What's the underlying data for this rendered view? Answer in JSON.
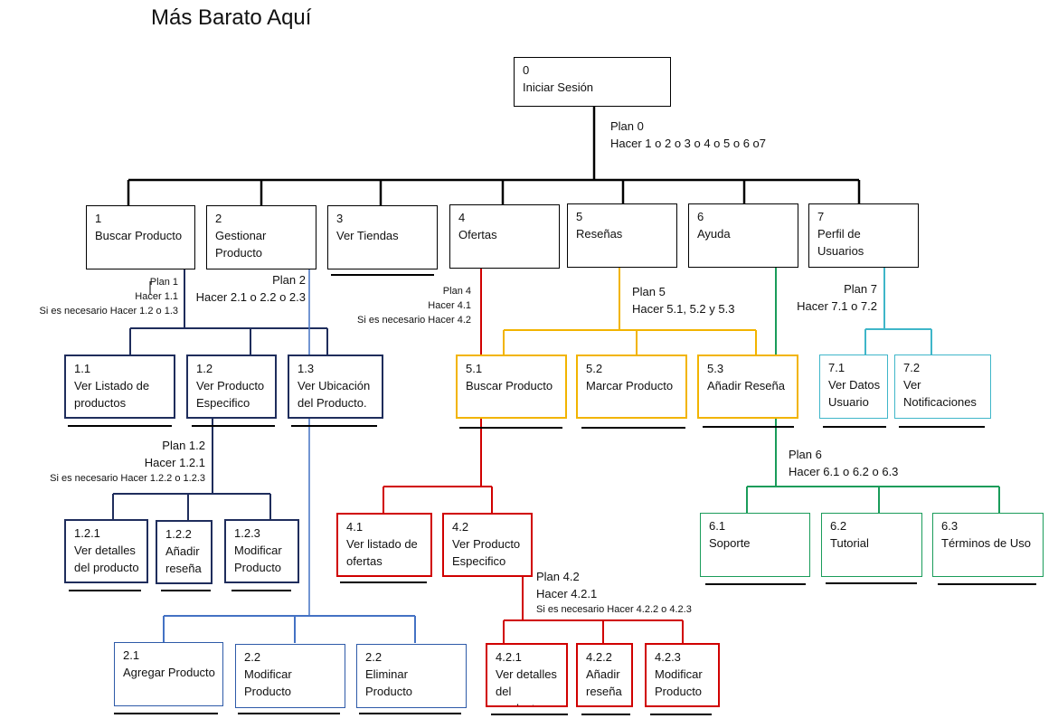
{
  "title": "Más Barato Aquí",
  "colors": {
    "black": "#000000",
    "navy": "#1f2d5c",
    "blue": "#4472c4",
    "orange": "#f2b400",
    "red": "#d00000",
    "cyan": "#3fb6c9",
    "green": "#1a9c5a"
  },
  "nodes": {
    "n0": {
      "num": "0",
      "label": "Iniciar Sesión"
    },
    "n1": {
      "num": "1",
      "label": "Buscar Producto"
    },
    "n2": {
      "num": "2",
      "label": "Gestionar\nProducto"
    },
    "n3": {
      "num": "3",
      "label": "Ver Tiendas"
    },
    "n4": {
      "num": "4",
      "label": "Ofertas"
    },
    "n5": {
      "num": "5",
      "label": "Reseñas"
    },
    "n6": {
      "num": "6",
      "label": "Ayuda"
    },
    "n7": {
      "num": "7",
      "label": "Perfil de\nUsuarios"
    },
    "n1_1": {
      "num": "1.1",
      "label": "Ver Listado de\nproductos"
    },
    "n1_2": {
      "num": "1.2",
      "label": "Ver Producto\nEspecifico"
    },
    "n1_3": {
      "num": "1.3",
      "label": "Ver Ubicación\ndel Producto."
    },
    "n1_2_1": {
      "num": "1.2.1",
      "label": "Ver detalles\ndel producto"
    },
    "n1_2_2": {
      "num": "1.2.2",
      "label": "Añadir\nreseña"
    },
    "n1_2_3": {
      "num": "1.2.3",
      "label": "Modificar\nProducto"
    },
    "n2_1": {
      "num": "2.1",
      "label": "Agregar Producto"
    },
    "n2_2": {
      "num": "2.2",
      "label": "Modificar\nProducto"
    },
    "n2_3": {
      "num": "2.2",
      "label": "Eliminar\nProducto"
    },
    "n5_1": {
      "num": "5.1",
      "label": "Buscar Producto"
    },
    "n5_2": {
      "num": "5.2",
      "label": "Marcar Producto"
    },
    "n5_3": {
      "num": "5.3",
      "label": "Añadir Reseña"
    },
    "n4_1": {
      "num": "4.1",
      "label": "Ver listado de\nofertas"
    },
    "n4_2": {
      "num": "4.2",
      "label": "Ver Producto\nEspecifico"
    },
    "n4_2_1": {
      "num": "4.2.1",
      "label": "Ver detalles\ndel producto"
    },
    "n4_2_2": {
      "num": "4.2.2",
      "label": "Añadir\nreseña"
    },
    "n4_2_3": {
      "num": "4.2.3",
      "label": "Modificar\nProducto"
    },
    "n7_1": {
      "num": "7.1",
      "label": "Ver Datos\nUsuario"
    },
    "n7_2": {
      "num": "7.2",
      "label": "Ver\nNotificaciones"
    },
    "n6_1": {
      "num": "6.1",
      "label": "Soporte"
    },
    "n6_2": {
      "num": "6.2",
      "label": "Tutorial"
    },
    "n6_3": {
      "num": "6.3",
      "label": "Términos de Uso"
    }
  },
  "plans": {
    "p0": [
      "Plan 0",
      "Hacer 1 o 2 o 3 o 4 o 5 o 6 o7"
    ],
    "p1": [
      "Plan 1",
      "Hacer 1.1",
      "Si es necesario Hacer 1.2 o 1.3"
    ],
    "p2": [
      "Plan 2",
      "Hacer 2.1 o 2.2 o 2.3"
    ],
    "p4": [
      "Plan 4",
      "Hacer 4.1",
      "Si es necesario Hacer 4.2"
    ],
    "p5": [
      "Plan 5",
      "Hacer 5.1, 5.2 y 5.3"
    ],
    "p7": [
      "Plan 7",
      "Hacer 7.1 o 7.2"
    ],
    "p1_2": [
      "Plan 1.2",
      "Hacer 1.2.1",
      "Si es necesario Hacer 1.2.2 o 1.2.3"
    ],
    "p6": [
      "Plan 6",
      "Hacer 6.1 o 6.2 o 6.3"
    ],
    "p4_2": [
      "Plan 4.2",
      "Hacer 4.2.1",
      "Si es necesario Hacer 4.2.2 o 4.2.3"
    ]
  }
}
